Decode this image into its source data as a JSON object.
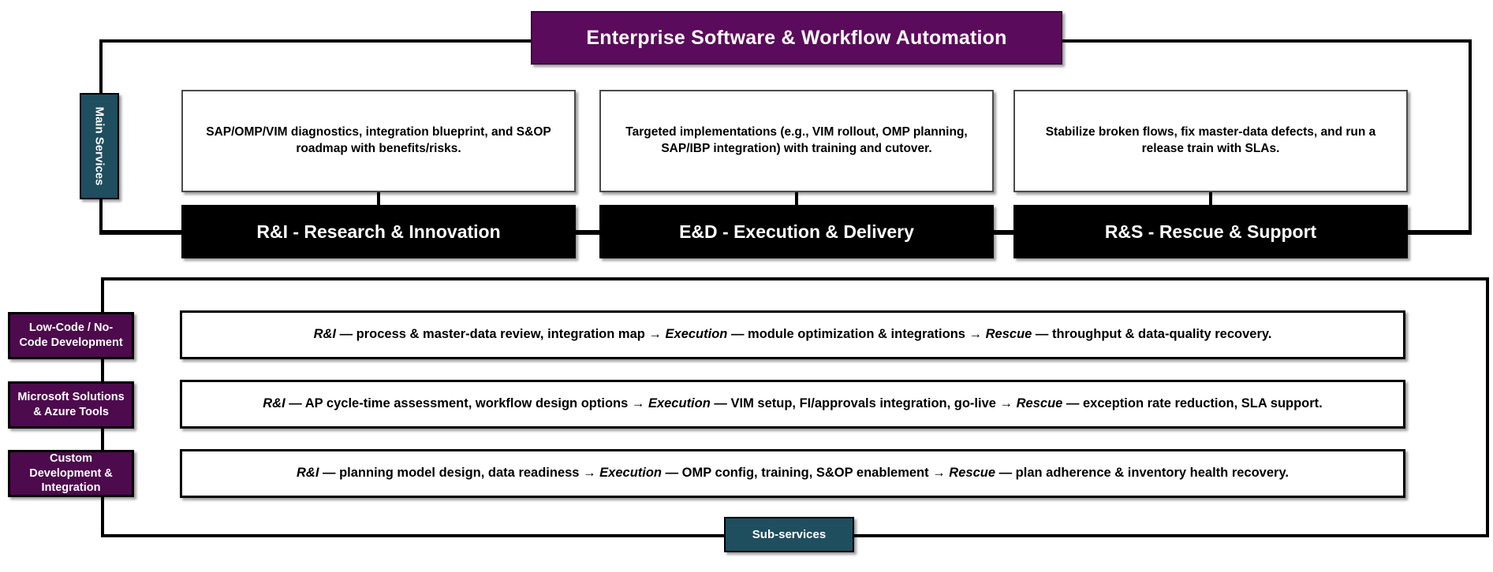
{
  "diagram": {
    "title": "Enterprise Software & Workflow Automation",
    "main_services_label": "Main Services",
    "sub_services_label": "Sub-services",
    "colors": {
      "title_purple": "#5B0B5B",
      "label_purple": "#4D0A4D",
      "teal": "#1F4E5F",
      "bar_black": "#000000",
      "card_white": "#FFFFFF"
    }
  },
  "main_services": [
    {
      "description": "SAP/OMP/VIM diagnostics, integration blueprint, and S&OP roadmap with benefits/risks.",
      "category": "R&I - Research & Innovation"
    },
    {
      "description": "Targeted implementations (e.g., VIM rollout, OMP planning, SAP/IBP integration) with training and cutover.",
      "category": "E&D - Execution & Delivery"
    },
    {
      "description": "Stabilize broken flows, fix master-data defects, and run a release train with SLAs.",
      "category": "R&S - Rescue & Support"
    }
  ],
  "sub_services": [
    {
      "label": "Low-Code / No-Code Development",
      "detail_parts": {
        "p1": "R&I",
        "p2": " — process & master-data review, integration map → ",
        "p3": "Execution",
        "p4": " — module optimization & integrations → ",
        "p5": "Rescue",
        "p6": " — throughput & data-quality recovery."
      },
      "detail_text": "R&I — process & master-data review, integration map → Execution — module optimization & integrations → Rescue — throughput & data-quality recovery."
    },
    {
      "label": "Microsoft Solutions & Azure Tools",
      "detail_parts": {
        "p1": "R&I",
        "p2": " — AP cycle-time assessment, workflow design options → ",
        "p3": "Execution",
        "p4": " — VIM setup, FI/approvals integration, go-live → ",
        "p5": "Rescue",
        "p6": " — exception rate reduction, SLA support."
      },
      "detail_text": "R&I — AP cycle-time assessment, workflow design options → Execution — VIM setup, FI/approvals integration, go-live → Rescue — exception rate reduction, SLA support."
    },
    {
      "label": "Custom Development & Integration",
      "detail_parts": {
        "p1": "R&I",
        "p2": " — planning model design, data readiness → ",
        "p3": "Execution",
        "p4": " — OMP config, training, S&OP enablement → ",
        "p5": "Rescue",
        "p6": " — plan adherence & inventory health recovery."
      },
      "detail_text": "R&I — planning model design, data readiness → Execution — OMP config, training, S&OP enablement → Rescue — plan adherence & inventory health recovery."
    }
  ]
}
